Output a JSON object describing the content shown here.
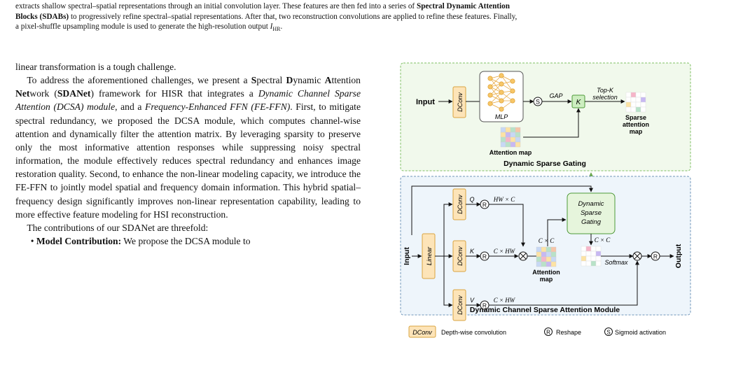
{
  "caption": {
    "line1_part1": "extracts shallow spectral–spatial representations through an initial convolution layer. These features are then fed into a series of ",
    "line1_bold": "Spectral Dynamic Attention",
    "line2_bold": "Blocks (SDABs)",
    "line2_rest": " to progressively refine spectral–spatial representations. After that, two reconstruction convolutions are applied to refine these features. Finally,",
    "line3_text": "a pixel-shuffle upsampling module is used to generate the high-resolution output ",
    "line3_math": "I",
    "line3_sub": "HR",
    "line3_end": "."
  },
  "body": {
    "p0": "linear transformation is a tough challenge.",
    "p1": {
      "t1": "To address the aforementioned challenges, we present a",
      "b1": "S",
      "t2": "pectral ",
      "b2": "D",
      "t3": "ynamic ",
      "b3": "A",
      "t4": "ttention ",
      "b4": "Net",
      "t5": "work (",
      "b5": "SDANet",
      "t6": ") framework for HISR that integrates a ",
      "i1": "Dynamic Channel Sparse Attention (DCSA) module",
      "t7": ", and a ",
      "i2": "Frequency-Enhanced FFN (FE-FFN)",
      "t8": ". First, to mitigate spectral redundancy, we proposed the DCSA module, which computes channel-wise attention and dynamically filter the attention matrix. By leveraging sparsity to preserve only the most informative attention responses while suppressing noisy spectral information, the module effectively reduces spectral redundancy and enhances image restoration quality. Second, to enhance the non-linear modeling capacity, we introduce the FE-FFN to jointly model spatial and frequency domain information. This hybrid spatial–frequency design significantly improves non-linear representation capability, leading to more effective feature modeling for HSI reconstruction."
    },
    "p2": "The contributions of our SDANet are threefold:",
    "p3_bold": "Model Contribution:",
    "p3_rest": " We propose the DCSA module to"
  },
  "figure": {
    "top_panel": {
      "input": "Input",
      "dconv": "DConv",
      "mlp": "MLP",
      "sigmoid": "S",
      "gap": "GAP",
      "k": "K",
      "topk_1": "Top-K",
      "topk_2": "selection",
      "sparse_1": "Sparse",
      "sparse_2": "attention",
      "sparse_3": "map",
      "attn_map": "Attention map",
      "title": "Dynamic Sparse Gating"
    },
    "bottom_panel": {
      "input": "Input",
      "linear": "Linear",
      "dconv_q": "DConv",
      "dconv_k": "DConv",
      "dconv_v": "DConv",
      "q": "Q",
      "k": "K",
      "v": "V",
      "reshape": "R",
      "hw_c": "HW × C",
      "c_hw_k": "C × HW",
      "c_hw_v": "C × HW",
      "c_c_left": "C × C",
      "c_c_right": "C × C",
      "dsg_1": "Dynamic",
      "dsg_2": "Sparse",
      "dsg_3": "Gating",
      "attn_1": "Attention",
      "attn_2": "map",
      "softmax": "Softmax",
      "output": "Output",
      "title": "Dynamic Channel Sparse Attention Module"
    },
    "legend": {
      "dconv": "DConv",
      "dconv_desc": "Depth-wise convolution",
      "r": "R",
      "r_desc": "Reshape",
      "s": "S",
      "s_desc": "Sigmoid activation"
    },
    "colors": {
      "top_bg": "#f1f9ec",
      "top_border": "#7fbf63",
      "bottom_bg": "#eef5fb",
      "bottom_border": "#6f95b8",
      "dconv_fill": "#fde4b8",
      "dconv_border": "#d9a441",
      "mlp_fill": "#f7c667",
      "gating_fill": "#e6f5dc",
      "gating_border": "#4f9a3a",
      "k_fill": "#cdeec0"
    }
  }
}
